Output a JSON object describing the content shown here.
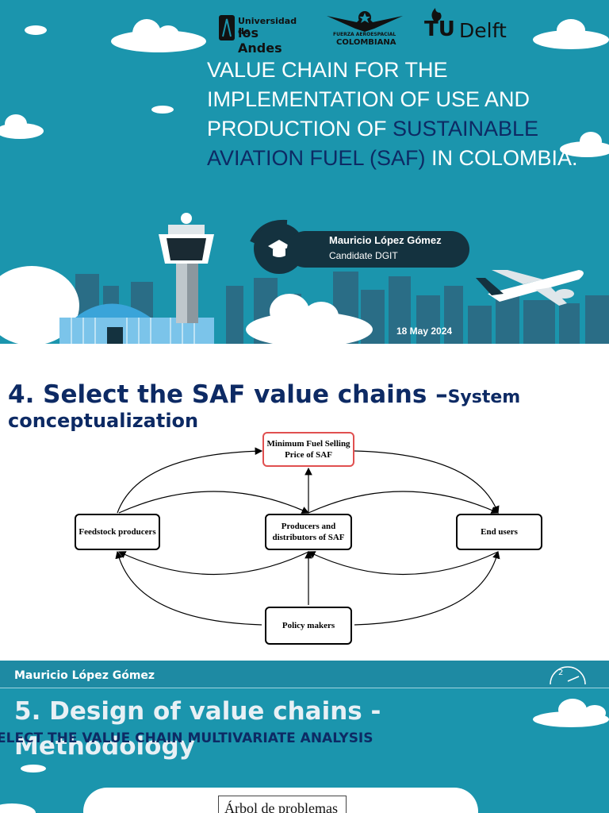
{
  "slide1": {
    "logos": {
      "uniandes_line1": "Universidad de",
      "uniandes_line2": "los Andes",
      "fac_line1": "FUERZA AEROESPACIAL",
      "fac_line2": "COLOMBIANA",
      "tudelft_tu": "TU",
      "tudelft_delft": "Delft"
    },
    "title_part1": "VALUE CHAIN FOR THE IMPLEMENTATION OF USE AND PRODUCTION OF ",
    "title_highlight": "SUSTAINABLE AVIATION FUEL (SAF)",
    "title_part2": " IN COLOMBIA.",
    "presenter_name": "Mauricio López Gómez",
    "presenter_role": "Candidate DGIT",
    "date": "18 May 2024",
    "colors": {
      "background": "#1b95ad",
      "highlight": "#0d2a64",
      "pill": "#14323f"
    }
  },
  "slide2": {
    "title_main": "4. Select the SAF value chains –",
    "title_small": "System",
    "title_line2": "conceptualization",
    "diagram": {
      "nodes": {
        "msp": "Minimum Fuel Selling Price of SAF",
        "feedstock": "Feedstock producers",
        "producers": "Producers and distributors of SAF",
        "endusers": "End users",
        "policy": "Policy makers"
      }
    }
  },
  "slide3": {
    "author": "Mauricio López Gómez",
    "title": "5. Design of value chains - Methodology",
    "overlay_text": "ELECT THE VALUE CHAIN MULTIVARIATE ANALYSIS",
    "doc_text": "Árbol de problemas",
    "gauge_label": "2"
  }
}
